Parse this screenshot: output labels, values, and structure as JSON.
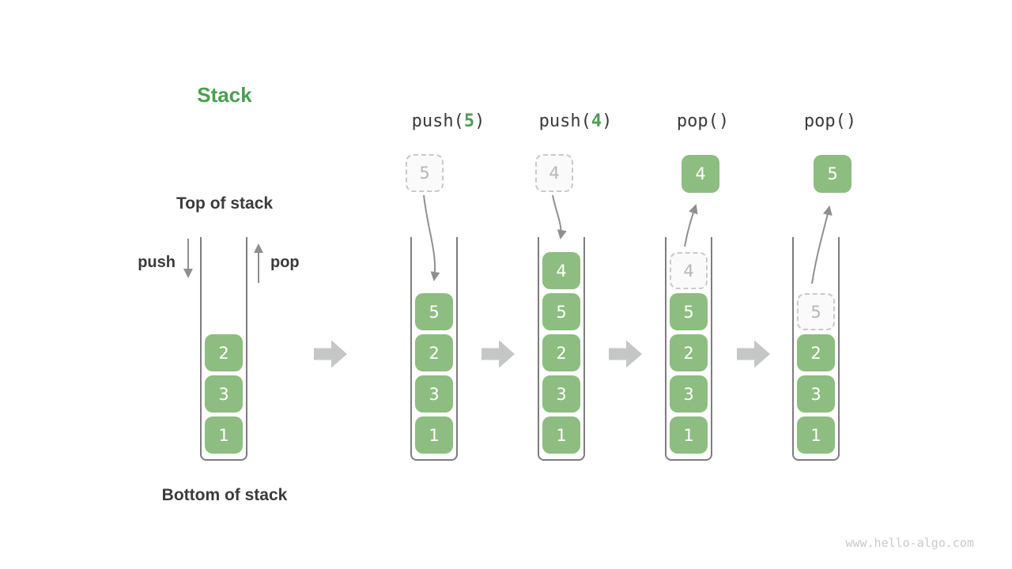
{
  "title": "Stack",
  "left": {
    "top_label": "Top of stack",
    "bottom_label": "Bottom of stack",
    "push_label": "push",
    "pop_label": "pop"
  },
  "cols": [
    {
      "items": [
        "2",
        "3",
        "1"
      ]
    },
    {
      "op": {
        "pre": "push(",
        "arg": "5",
        "post": ")"
      },
      "float": "5",
      "items": [
        "5",
        "2",
        "3",
        "1"
      ]
    },
    {
      "op": {
        "pre": "push(",
        "arg": "4",
        "post": ")"
      },
      "float": "4",
      "items": [
        "4",
        "5",
        "2",
        "3",
        "1"
      ]
    },
    {
      "op": {
        "pre": "pop()",
        "arg": "",
        "post": ""
      },
      "float": "4",
      "ghost": "4",
      "items": [
        "5",
        "2",
        "3",
        "1"
      ]
    },
    {
      "op": {
        "pre": "pop()",
        "arg": "",
        "post": ""
      },
      "float": "5",
      "ghost": "5",
      "items": [
        "2",
        "3",
        "1"
      ]
    }
  ],
  "watermark": "www.hello-algo.com",
  "colors": {
    "accent_green": "#4a9e51",
    "box_green": "#8dbd80",
    "text_dark": "#3b3b3b",
    "arrow_gray": "#8f8f8f",
    "block_arrow_gray": "#c5c7c6",
    "ghost_border": "#c9c9c9",
    "ghost_text": "#b6b6b6",
    "ghost_fill": "#fafafa",
    "wall_gray": "#7d7d7d",
    "watermark_gray": "#c9c9c9"
  }
}
